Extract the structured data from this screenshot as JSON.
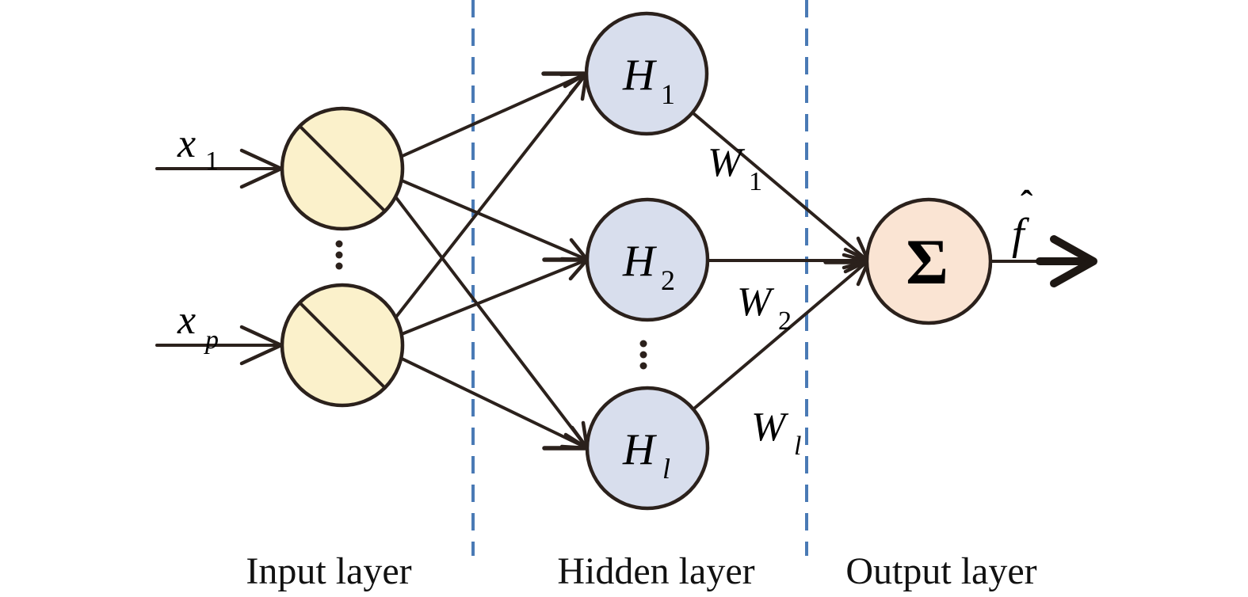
{
  "figure": {
    "type": "neural-network-diagram",
    "captions": {
      "input": "Input layer",
      "hidden": "Hidden layer",
      "output": "Output layer"
    },
    "nodes": {
      "inputs": [
        {
          "base": "x",
          "sub": "1"
        },
        {
          "base": "x",
          "sub": "p"
        }
      ],
      "hidden": [
        {
          "base": "H",
          "sub": "1"
        },
        {
          "base": "H",
          "sub": "2"
        },
        {
          "base": "H",
          "sub": "l"
        }
      ],
      "output": {
        "symbol": "Σ"
      },
      "output_signal": {
        "base": "f",
        "accent": "ˆ"
      }
    },
    "weights": [
      {
        "base": "W",
        "sub": "1"
      },
      {
        "base": "W",
        "sub": "2"
      },
      {
        "base": "W",
        "sub": "l"
      }
    ],
    "ellipsis_symbol": "⋮",
    "colors": {
      "input_node_fill": "#fbf1cb",
      "hidden_node_fill": "#d8deed",
      "output_node_fill": "#fae4d3",
      "line": "#2b211c",
      "divider": "#4a7ab5",
      "text": "#000000"
    }
  }
}
